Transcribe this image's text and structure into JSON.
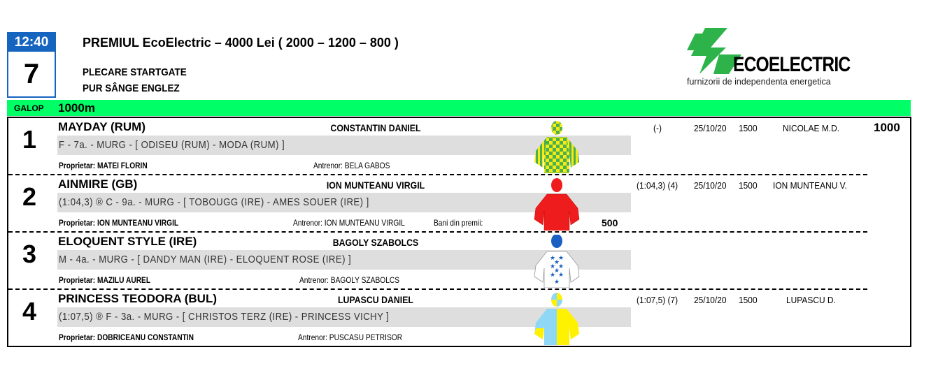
{
  "race": {
    "time": "12:40",
    "number": "7",
    "title": "PREMIUL EcoElectric – 4000 Lei ( 2000 – 1200 – 800 )",
    "start": "PLECARE STARTGATE",
    "breed": "PUR SÂNGE ENGLEZ",
    "type": "GALOP",
    "distance": "1000m"
  },
  "logo": {
    "brand": "ECOELECTRIC",
    "tagline": "furnizorii de independenta energetica",
    "color": "#2db34a"
  },
  "runners": [
    {
      "num": "1",
      "name": "MAYDAY (RUM)",
      "jockey": "CONSTANTIN DANIEL",
      "pedigree": "F - 7a. - MURG - [ ODISEU (RUM) - MODA (RUM) ]",
      "owner": "Proprietar: MATEI FLORIN",
      "trainer": "Antrenor: BELA GABOS",
      "last": {
        "time": "(-)",
        "date": "25/10/20",
        "dist": "1500",
        "jockey": "NICOLAE M.D."
      },
      "rating": "1000",
      "colors": [
        "#7ac943",
        "#f5ea14"
      ]
    },
    {
      "num": "2",
      "name": "AINMIRE (GB)",
      "jockey": "ION MUNTEANU VIRGIL",
      "pedigree": "(1:04,3)   ® C - 9a. - MURG - [ TOBOUGG (IRE) - AMES SOUER (IRE) ]",
      "owner": "Proprietar: ION MUNTEANU VIRGIL",
      "trainer": "Antrenor: ION MUNTEANU VIRGIL",
      "bani_label": "Bani din premii:",
      "bani_value": "500",
      "last": {
        "time": "(1:04,3) (4)",
        "date": "25/10/20",
        "dist": "1500",
        "jockey": "ION MUNTEANU V."
      },
      "colors": [
        "#ee1c1c"
      ]
    },
    {
      "num": "3",
      "name": "ELOQUENT STYLE (IRE)",
      "jockey": "BAGOLY SZABOLCS",
      "pedigree": "M - 4a. - MURG - [ DANDY MAN (IRE) - ELOQUENT ROSE (IRE) ]",
      "owner": "Proprietar: MAZILU AUREL",
      "trainer": "Antrenor: BAGOLY SZABOLCS",
      "colors": [
        "#ffffff",
        "#1a5fc4"
      ]
    },
    {
      "num": "4",
      "name": "PRINCESS TEODORA (BUL)",
      "jockey": "LUPASCU DANIEL",
      "pedigree": "(1:07,5)   ® F - 3a. - MURG - [ CHRISTOS TERZ (IRE) - PRINCESS VICHY ]",
      "owner": "Proprietar: DOBRICEANU CONSTANTIN",
      "trainer": "Antrenor: PUSCASU PETRISOR",
      "last": {
        "time": "(1:07,5) (7)",
        "date": "25/10/20",
        "dist": "1500",
        "jockey": "LUPASCU D."
      },
      "colors": [
        "#8fd8f5",
        "#fff200"
      ]
    }
  ]
}
